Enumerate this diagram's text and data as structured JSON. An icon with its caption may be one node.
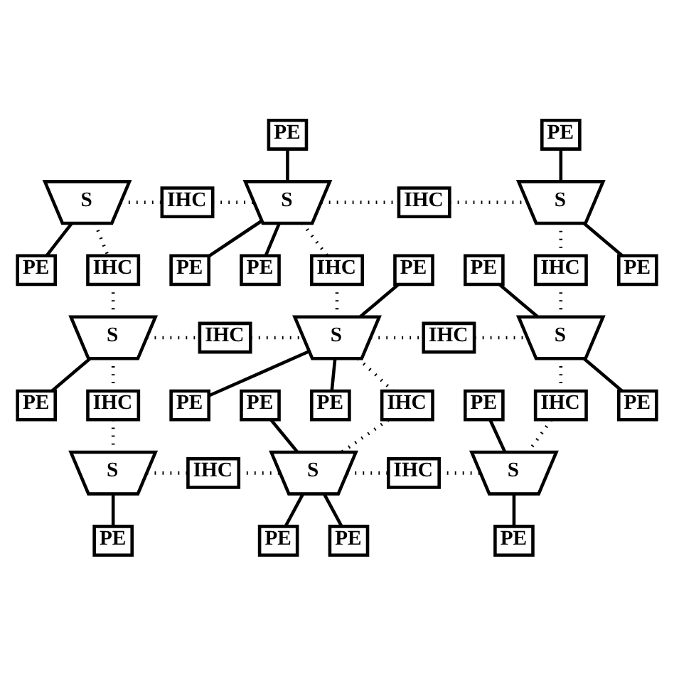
{
  "diagram": {
    "nodes": [
      {
        "text": [
          "PE"
        ]
      },
      {
        "text": [
          "PE"
        ]
      },
      {
        "text": [
          "S"
        ]
      },
      {
        "text": [
          "IHC"
        ]
      },
      {
        "text": [
          "S"
        ]
      },
      {
        "text": [
          "IHC"
        ]
      },
      {
        "text": [
          "S"
        ]
      },
      {
        "text": [
          "PE"
        ]
      },
      {
        "text": [
          "PE"
        ]
      },
      {
        "text": [
          "PE"
        ]
      },
      {
        "text": [
          "PE"
        ]
      },
      {
        "text": [
          "IHC"
        ]
      },
      {
        "text": [
          "IHC"
        ]
      },
      {
        "text": [
          "IHC"
        ]
      },
      {
        "text": [
          "PE"
        ]
      },
      {
        "text": [
          "PE"
        ]
      },
      {
        "text": [
          "S"
        ]
      },
      {
        "text": [
          "IHC"
        ]
      },
      {
        "text": [
          "S"
        ]
      },
      {
        "text": [
          "IHC"
        ]
      },
      {
        "text": [
          "S"
        ]
      },
      {
        "text": [
          "PE"
        ]
      },
      {
        "text": [
          "PE"
        ]
      },
      {
        "text": [
          "PE"
        ]
      },
      {
        "text": [
          "PE"
        ]
      },
      {
        "text": [
          "IHC"
        ]
      },
      {
        "text": [
          "IHC"
        ]
      },
      {
        "text": [
          "IHC"
        ]
      },
      {
        "text": [
          "PE"
        ]
      },
      {
        "text": [
          "PE"
        ]
      },
      {
        "text": [
          "S"
        ]
      },
      {
        "text": [
          "IHC"
        ]
      },
      {
        "text": [
          "S"
        ]
      },
      {
        "text": [
          "IHC"
        ]
      },
      {
        "text": [
          "S"
        ]
      },
      {
        "text": [
          "PE"
        ]
      },
      {
        "text": [
          "PE"
        ]
      },
      {
        "text": [
          "PE"
        ]
      },
      {
        "text": [
          "PE"
        ]
      }
    ],
    "edges": [
      {
        "from": 0,
        "to": 4,
        "arrow": "none"
      },
      {
        "from": 1,
        "to": 6,
        "arrow": "none"
      },
      {
        "from": 2,
        "to": 3,
        "arrow": "none",
        "style": "dashed"
      },
      {
        "from": 3,
        "to": 4,
        "arrow": "none",
        "style": "dashed"
      },
      {
        "from": 4,
        "to": 5,
        "arrow": "none",
        "style": "dashed"
      },
      {
        "from": 5,
        "to": 6,
        "arrow": "none",
        "style": "dashed"
      },
      {
        "from": 2,
        "to": 7,
        "arrow": "none"
      },
      {
        "from": 4,
        "to": 8,
        "arrow": "none"
      },
      {
        "from": 4,
        "to": 9,
        "arrow": "none"
      },
      {
        "from": 6,
        "to": 10,
        "arrow": "none"
      },
      {
        "from": 2,
        "to": 11,
        "arrow": "none",
        "style": "dashed"
      },
      {
        "from": 11,
        "to": 16,
        "arrow": "none",
        "style": "dashed"
      },
      {
        "from": 4,
        "to": 12,
        "arrow": "none",
        "style": "dashed"
      },
      {
        "from": 12,
        "to": 18,
        "arrow": "none",
        "style": "dashed"
      },
      {
        "from": 6,
        "to": 13,
        "arrow": "none",
        "style": "dashed"
      },
      {
        "from": 13,
        "to": 20,
        "arrow": "none",
        "style": "dashed"
      },
      {
        "from": 14,
        "to": 18,
        "arrow": "none"
      },
      {
        "from": 15,
        "to": 20,
        "arrow": "none"
      },
      {
        "from": 16,
        "to": 17,
        "arrow": "none",
        "style": "dashed"
      },
      {
        "from": 17,
        "to": 18,
        "arrow": "none",
        "style": "dashed"
      },
      {
        "from": 18,
        "to": 19,
        "arrow": "none",
        "style": "dashed"
      },
      {
        "from": 19,
        "to": 20,
        "arrow": "none",
        "style": "dashed"
      },
      {
        "from": 16,
        "to": 21,
        "arrow": "none"
      },
      {
        "from": 18,
        "to": 22,
        "arrow": "none"
      },
      {
        "from": 18,
        "to": 23,
        "arrow": "none"
      },
      {
        "from": 20,
        "to": 24,
        "arrow": "none"
      },
      {
        "from": 16,
        "to": 25,
        "arrow": "none",
        "style": "dashed"
      },
      {
        "from": 25,
        "to": 30,
        "arrow": "none",
        "style": "dashed"
      },
      {
        "from": 18,
        "to": 26,
        "arrow": "none",
        "style": "dashed"
      },
      {
        "from": 26,
        "to": 32,
        "arrow": "none",
        "style": "dashed"
      },
      {
        "from": 20,
        "to": 27,
        "arrow": "none",
        "style": "dashed"
      },
      {
        "from": 27,
        "to": 34,
        "arrow": "none",
        "style": "dashed"
      },
      {
        "from": 28,
        "to": 32,
        "arrow": "none"
      },
      {
        "from": 29,
        "to": 34,
        "arrow": "none"
      },
      {
        "from": 30,
        "to": 31,
        "arrow": "none",
        "style": "dashed"
      },
      {
        "from": 31,
        "to": 32,
        "arrow": "none",
        "style": "dashed"
      },
      {
        "from": 32,
        "to": 33,
        "arrow": "none",
        "style": "dashed"
      },
      {
        "from": 33,
        "to": 34,
        "arrow": "none",
        "style": "dashed"
      },
      {
        "from": 30,
        "to": 35,
        "arrow": "none"
      },
      {
        "from": 32,
        "to": 36,
        "arrow": "none"
      },
      {
        "from": 32,
        "to": 37,
        "arrow": "none"
      },
      {
        "from": 34,
        "to": 38,
        "arrow": "none"
      }
    ]
  }
}
